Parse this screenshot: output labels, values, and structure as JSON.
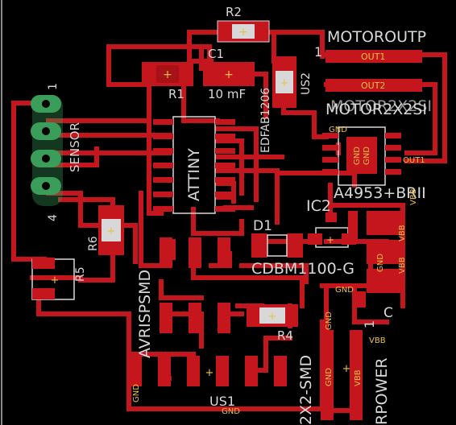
{
  "canvas": {
    "background": "#000000",
    "trace_color": "#c4161c",
    "pad_color": "#c4161c",
    "header_pad_color": "#3a9e5a",
    "silkscreen_color": "#d8d8d8",
    "label_color": "#e8c14a",
    "marker_color": "#e8c14a"
  },
  "labels": {
    "r2": "R2",
    "c1": "C1",
    "c1_value": "10 mF",
    "r1": "R1",
    "edfab1206": "EDFAB1206",
    "us2": "US2",
    "motoroutput": "MOTOROUTP",
    "motoroutput_pin": "1",
    "out1_top": "OUT1",
    "out2_top": "OUT2",
    "motor_ic_name": "MOTOR2X2SI",
    "gnd_ic": "GND",
    "gnd_pad_a": "GND",
    "gnd_pad_b": "GND",
    "out1_right": "OUT1",
    "a4953": "A4953+BRII",
    "vbb_1": "VBB",
    "vbb_2": "VBB",
    "vbb_3": "VBB",
    "vbb_4": "VBB",
    "gnd_side": "GND",
    "ic2": "IC2",
    "d1": "D1",
    "cdbm": "CDBM1100-G",
    "c_small": "C",
    "sensor": "SENSOR",
    "sensor_pin1": "1",
    "sensor_pin4": "4",
    "r5": "R5",
    "r6": "R6",
    "attiny": "ATTINY",
    "avrispsmd": "AVRISPSMD",
    "r4": "R4",
    "gnd_bottom_left": "GND",
    "gnd_bottom_mid": "GND",
    "us1": "US1",
    "x2smd": "2X2-SMD",
    "power": "RPOWER",
    "power_pin": "1",
    "gnd_power": "GND",
    "vbb_power": "VBB"
  }
}
